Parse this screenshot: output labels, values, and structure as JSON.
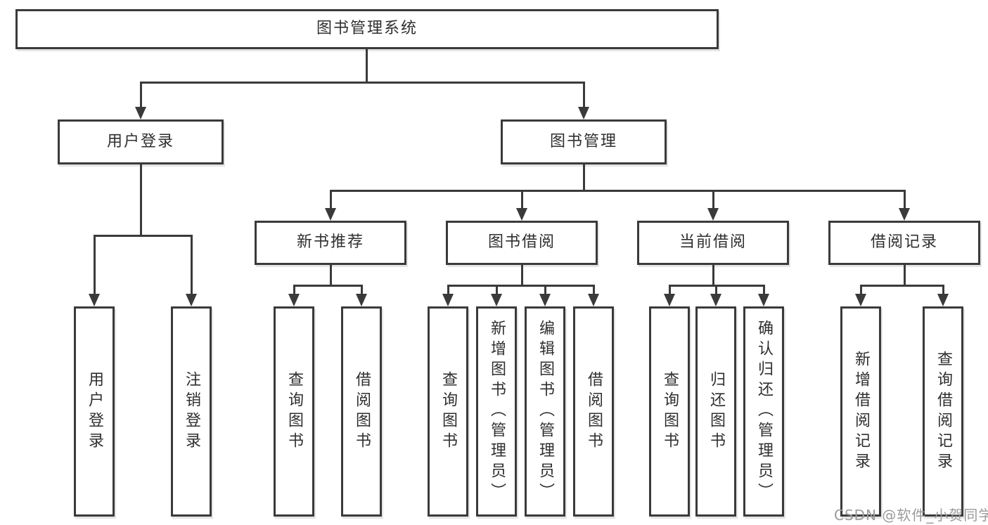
{
  "tree": {
    "label": "图书管理系统",
    "children": [
      {
        "label": "用户登录",
        "children": [
          {
            "label": "用户登录"
          },
          {
            "label": "注销登录"
          }
        ]
      },
      {
        "label": "图书管理",
        "children": [
          {
            "label": "新书推荐",
            "children": [
              {
                "label": "查询图书"
              },
              {
                "label": "借阅图书"
              }
            ]
          },
          {
            "label": "图书借阅",
            "children": [
              {
                "label": "查询图书"
              },
              {
                "label": "新增图书（管理员）"
              },
              {
                "label": "编辑图书（管理员）"
              },
              {
                "label": "借阅图书"
              }
            ]
          },
          {
            "label": "当前借阅",
            "children": [
              {
                "label": "查询图书"
              },
              {
                "label": "归还图书"
              },
              {
                "label": "确认归还（管理员）"
              }
            ]
          },
          {
            "label": "借阅记录",
            "children": [
              {
                "label": "新增借阅记录"
              },
              {
                "label": "查询借阅记录"
              }
            ]
          }
        ]
      }
    ]
  },
  "watermark": {
    "text": "CSDN @软件_小贺同学"
  },
  "colors": {
    "line": "#3a3a3a",
    "text": "#2f2f2f",
    "watermark": "#9b9b9b",
    "background": "#ffffff"
  }
}
